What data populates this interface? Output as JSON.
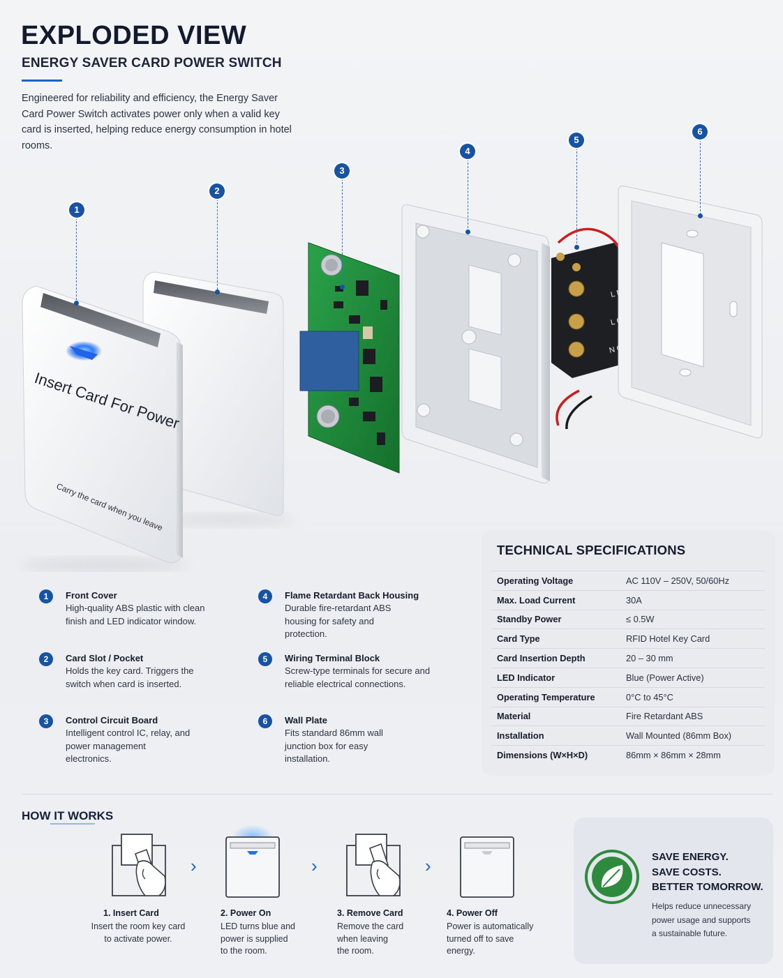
{
  "header": {
    "title": "EXPLODED VIEW",
    "subtitle": "ENERGY SAVER CARD POWER SWITCH",
    "intro": "Engineered for reliability and efficiency, the Energy Saver Card Power Switch activates power only when a valid key card is inserted, helping reduce energy consumption in hotel rooms."
  },
  "product": {
    "front_text": "Insert Card For Power",
    "front_note": "Carry the card when you leave",
    "terminal_labels": [
      "L NIN",
      "L OUT",
      "N OUT"
    ],
    "callouts": [
      "1",
      "2",
      "3",
      "4",
      "5",
      "6"
    ]
  },
  "components": [
    {
      "num": "1",
      "name": "Front Cover",
      "desc": "High-quality ABS plastic with clean finish and LED indicator window."
    },
    {
      "num": "2",
      "name": "Card Slot / Pocket",
      "desc": "Holds the key card. Triggers the switch when card is inserted."
    },
    {
      "num": "3",
      "name": "Control Circuit Board",
      "desc": "Intelligent control IC, relay, and power management electronics."
    },
    {
      "num": "4",
      "name": "Flame Retardant Back Housing",
      "desc": "Durable fire-retardant ABS housing for safety and protection."
    },
    {
      "num": "5",
      "name": "Wiring Terminal Block",
      "desc": "Screw-type terminals for secure and reliable electrical connections."
    },
    {
      "num": "6",
      "name": "Wall Plate",
      "desc": "Fits standard 86mm wall junction box for easy installation."
    }
  ],
  "specs": {
    "title": "TECHNICAL SPECIFICATIONS",
    "rows": [
      {
        "k": "Operating Voltage",
        "v": "AC 110V – 250V, 50/60Hz"
      },
      {
        "k": "Max. Load Current",
        "v": "30A"
      },
      {
        "k": "Standby Power",
        "v": "≤ 0.5W"
      },
      {
        "k": "Card Type",
        "v": "RFID Hotel Key Card"
      },
      {
        "k": "Card Insertion Depth",
        "v": "20 – 30 mm"
      },
      {
        "k": "LED Indicator",
        "v": "Blue (Power Active)"
      },
      {
        "k": "Operating Temperature",
        "v": "0°C to 45°C"
      },
      {
        "k": "Material",
        "v": "Fire Retardant ABS"
      },
      {
        "k": "Installation",
        "v": "Wall Mounted (86mm Box)"
      },
      {
        "k": "Dimensions (W×H×D)",
        "v": "86mm × 86mm × 28mm"
      }
    ]
  },
  "how_it_works": {
    "title": "HOW IT WORKS",
    "steps": [
      {
        "name": "1. Insert Card",
        "desc": [
          "Insert the room key card",
          "to activate power."
        ],
        "icon": "hand-card-icon"
      },
      {
        "name": "2. Power On",
        "desc": [
          "LED turns blue and",
          "power is supplied",
          "to the room."
        ],
        "icon": "switch-led-on-icon"
      },
      {
        "name": "3. Remove Card",
        "desc": [
          "Remove the card",
          "when leaving",
          "the room."
        ],
        "icon": "hand-card-icon"
      },
      {
        "name": "4. Power Off",
        "desc": [
          "Power is automatically",
          "turned off to save",
          "energy."
        ],
        "icon": "switch-off-icon"
      }
    ],
    "chevron": "›"
  },
  "eco": {
    "headline": [
      "SAVE ENERGY.",
      "SAVE COSTS.",
      "BETTER TOMORROW."
    ],
    "text": [
      "Helps reduce unnecessary",
      "power usage and supports",
      "a sustainable future."
    ],
    "icon": "leaf-icon",
    "accent": "#2e8b3e"
  },
  "colors": {
    "accent": "#1653a3",
    "pcb": "#1e8a3a",
    "relay": "#2f5f9e"
  }
}
